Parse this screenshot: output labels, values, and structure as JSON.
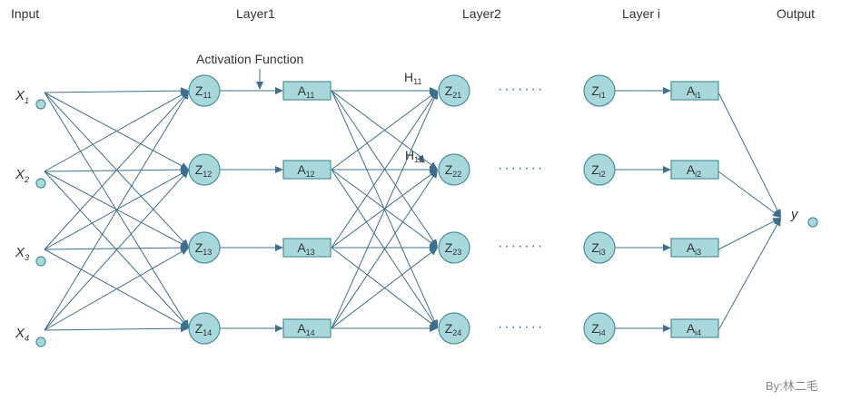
{
  "headers": {
    "input": "Input",
    "layer1": "Layer1",
    "layer2": "Layer2",
    "layer_i": "Layer i",
    "output": "Output"
  },
  "annotations": {
    "activation_function": "Activation Function",
    "h11": {
      "base": "H",
      "sub": "11"
    },
    "h12": {
      "base": "H",
      "sub": "12"
    },
    "output_var": "y",
    "credit": "By:林二毛"
  },
  "inputs": [
    {
      "base": "X",
      "sub": "1"
    },
    {
      "base": "X",
      "sub": "2"
    },
    {
      "base": "X",
      "sub": "3"
    },
    {
      "base": "X",
      "sub": "4"
    }
  ],
  "layer1_z": [
    {
      "base": "Z",
      "sub": "11"
    },
    {
      "base": "Z",
      "sub": "12"
    },
    {
      "base": "Z",
      "sub": "13"
    },
    {
      "base": "Z",
      "sub": "14"
    }
  ],
  "layer1_a": [
    {
      "base": "A",
      "sub": "11"
    },
    {
      "base": "A",
      "sub": "12"
    },
    {
      "base": "A",
      "sub": "13"
    },
    {
      "base": "A",
      "sub": "14"
    }
  ],
  "layer2_z": [
    {
      "base": "Z",
      "sub": "21"
    },
    {
      "base": "Z",
      "sub": "22"
    },
    {
      "base": "Z",
      "sub": "23"
    },
    {
      "base": "Z",
      "sub": "24"
    }
  ],
  "layeri_z": [
    {
      "base": "Z",
      "sub": "i1"
    },
    {
      "base": "Z",
      "sub": "i2"
    },
    {
      "base": "Z",
      "sub": "i3"
    },
    {
      "base": "Z",
      "sub": "i4"
    }
  ],
  "layeri_a": [
    {
      "base": "A",
      "sub": "i1"
    },
    {
      "base": "A",
      "sub": "i2"
    },
    {
      "base": "A",
      "sub": "i3"
    },
    {
      "base": "A",
      "sub": "i4"
    }
  ],
  "ellipsis": "·······",
  "colors": {
    "node_fill": "#a8d8dc",
    "node_stroke": "#4a8f98",
    "edge": "#3f6f8f"
  }
}
